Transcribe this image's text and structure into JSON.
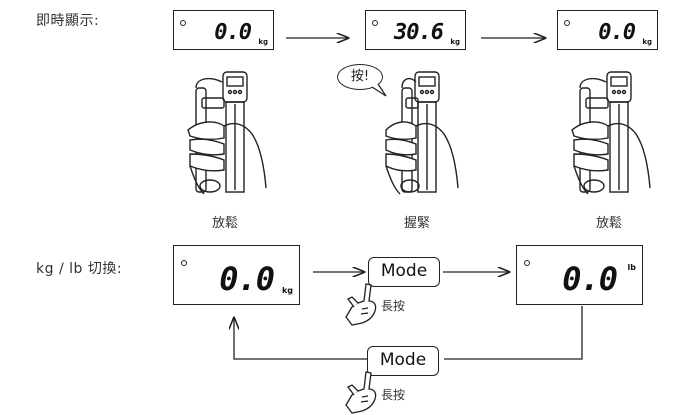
{
  "section1": {
    "label": "即時顯示:",
    "displays": [
      {
        "value": "0.0",
        "unit": "kg"
      },
      {
        "value": "30.6",
        "unit": "kg"
      },
      {
        "value": "0.0",
        "unit": "kg"
      }
    ],
    "speech_bubble": "按!",
    "captions": [
      "放鬆",
      "握緊",
      "放鬆"
    ]
  },
  "section2": {
    "label": "kg / lb 切換:",
    "displays": [
      {
        "value": "0.0",
        "unit": "kg"
      },
      {
        "value": "0.0",
        "unit": "lb"
      }
    ],
    "mode_buttons": [
      {
        "label": "Mode",
        "action": "長按"
      },
      {
        "label": "Mode",
        "action": "長按"
      }
    ]
  },
  "colors": {
    "line": "#222222",
    "background": "#ffffff"
  },
  "icons": [
    "dynamometer-icon",
    "pressing-hand-icon",
    "arrow-right-icon",
    "arrow-up-icon"
  ]
}
